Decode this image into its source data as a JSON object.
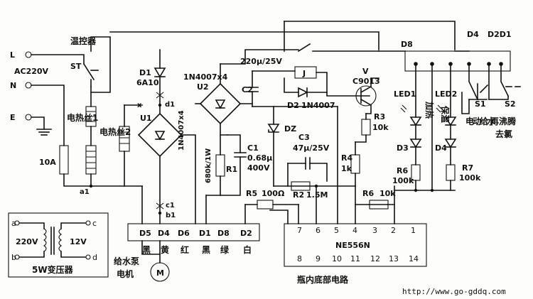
{
  "terminals": {
    "L": "L",
    "N": "N",
    "E": "E",
    "ac": "AC220V"
  },
  "thermostat": {
    "label": "温控器",
    "ref": "ST"
  },
  "fuse": "10A",
  "heater1": "电热丝1",
  "heater2": "电热丝2",
  "d1": {
    "ref": "D1",
    "part": "6A10",
    "node": "d1"
  },
  "u1": "U1",
  "u2": {
    "ref": "U2",
    "part": "1N4007x4"
  },
  "u1_part": "1N4007x4",
  "r1": {
    "ref": "R1",
    "value": "680k/1W"
  },
  "c1": {
    "ref": "C1",
    "value1": "0.68μ",
    "value2": "400V"
  },
  "c2": {
    "ref": "C2",
    "value": "220μ/25V"
  },
  "relay": "J",
  "d2": {
    "ref": "D2",
    "part": "1N4007"
  },
  "dz": "DZ",
  "transistor": {
    "ref": "V",
    "part": "C9013"
  },
  "r3": {
    "ref": "R3",
    "value": "10k"
  },
  "c3": {
    "ref": "C3",
    "value": "47μ/25V"
  },
  "r4": {
    "ref": "R4",
    "value": "1k"
  },
  "r5": {
    "ref": "R5",
    "value": "100Ω"
  },
  "r2": {
    "ref": "R2",
    "value": "1.5M"
  },
  "r6_bottom": {
    "ref": "R6",
    "value": "10k"
  },
  "leds": {
    "led1": "LED1",
    "led1_text": "加热",
    "led2": "LED2",
    "led2_text": "保温",
    "d3": "D3",
    "d4": "D4",
    "r6": "R6",
    "r6v": "100k",
    "r7": "R7",
    "r7v": "100k"
  },
  "connector_top": {
    "d8": "D8",
    "d4": "D4",
    "d2d1": "D2D1"
  },
  "switches": {
    "s1": "S1",
    "s1_text": "电动给水",
    "s2": "S2",
    "s2_text": "再沸腾去氯"
  },
  "nodes": {
    "a1": "a1",
    "c1": "c1",
    "b1": "b1",
    "x": "x"
  },
  "transformer": {
    "title": "5W变压器",
    "primary": "220V",
    "secondary": "12V",
    "a": "a",
    "b": "b",
    "c": "c",
    "d": "d"
  },
  "bottom_connector": {
    "pins": [
      "D5",
      "D4",
      "D6",
      "D1",
      "D8",
      "D2"
    ],
    "colors": [
      "黑",
      "黄",
      "红",
      "黑",
      "绿",
      "白"
    ]
  },
  "motor": {
    "symbol": "M",
    "label1": "给水泵",
    "label2": "电机"
  },
  "ic": {
    "part": "NE556N",
    "top_pins": [
      "7",
      "6",
      "5",
      "4",
      "3",
      "2",
      "1"
    ],
    "bottom_pins": [
      "8",
      "9",
      "10",
      "11",
      "12",
      "13",
      "14"
    ],
    "caption": "瓶内底部电路"
  },
  "url": "http://www.go-gddq.com"
}
